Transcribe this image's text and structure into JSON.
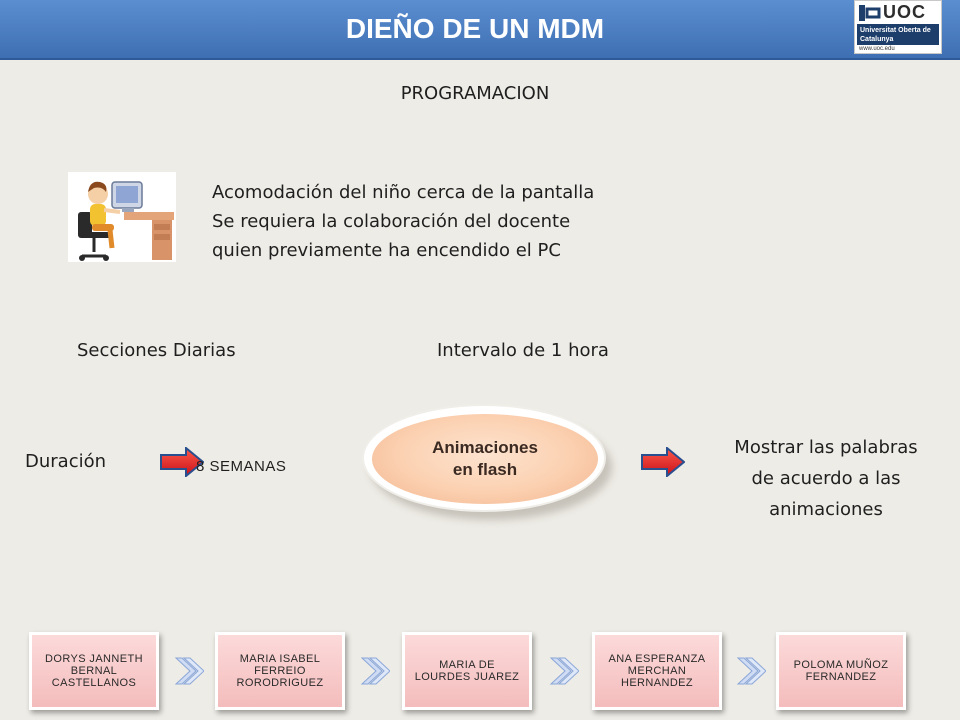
{
  "header": {
    "title": "DIEÑO DE UN MDM",
    "logo_text": "UOC",
    "logo_sub": "Universitat Oberta de Catalunya",
    "logo_url": "www.uoc.edu",
    "bar_color": "#4a7cc2"
  },
  "subtitle": "PROGRAMACION",
  "clipart_icon": "child-at-computer-icon",
  "info_lines": [
    "Acomodación del niño cerca de la pantalla",
    "Se requiera la colaboración del docente",
    "quien previamente ha encendido el PC"
  ],
  "sessions_label": "Secciones Diarias",
  "interval_label": "Intervalo  de 1 hora",
  "duration": {
    "label": "Duración",
    "value": "8  SEMANAS"
  },
  "center_oval": {
    "line1": "Animaciones",
    "line2": "en flash"
  },
  "result_lines": [
    "Mostrar las palabras",
    "de acuerdo a las",
    "animaciones"
  ],
  "authors": [
    "DORYS JANNETH BERNAL CASTELLANOS",
    "MARIA ISABEL FERREIO RORODRIGUEZ",
    "MARIA DE LOURDES JUAREZ",
    "ANA ESPERANZA MERCHAN HERNANDEZ",
    "POLOMA MUÑOZ FERNANDEZ"
  ],
  "colors": {
    "arrow_red": "#e0141e",
    "author_box": "#f6c7c7",
    "oval": "#fbd0b0"
  }
}
